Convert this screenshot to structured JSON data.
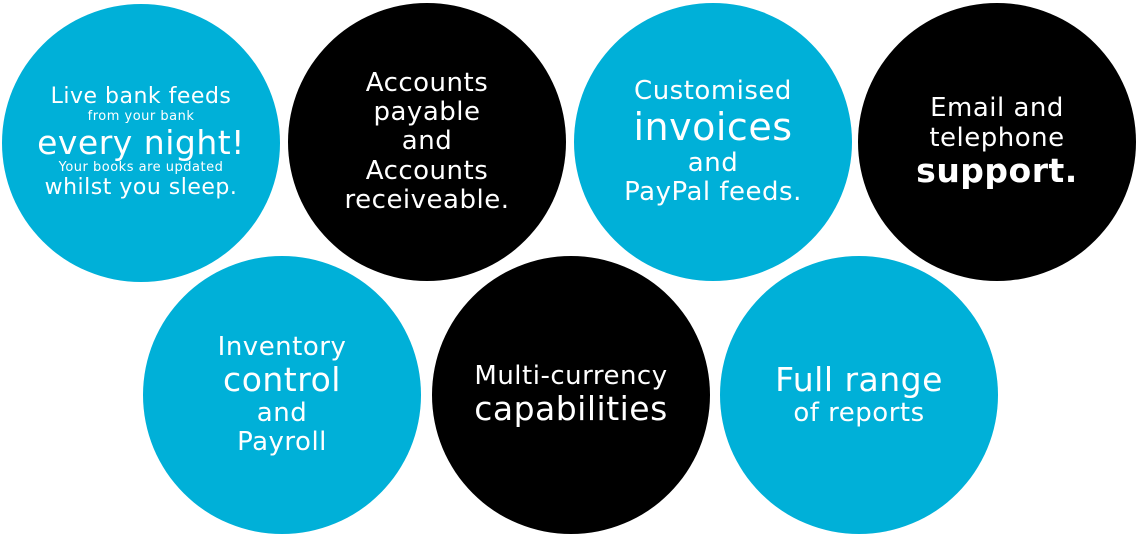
{
  "colors": {
    "blue": "#00b0d8",
    "black": "#000000",
    "text": "#ffffff"
  },
  "circles": [
    {
      "id": "bank-feeds",
      "color": "blue",
      "lines": [
        "Live bank feeds",
        "from your bank",
        "every night!",
        "Your books are updated",
        "whilst you sleep."
      ]
    },
    {
      "id": "accounts",
      "color": "black",
      "lines": [
        "Accounts",
        "payable",
        "and",
        "Accounts",
        "receiveable."
      ]
    },
    {
      "id": "invoices",
      "color": "blue",
      "lines": [
        "Customised",
        "invoices",
        "and",
        "PayPal feeds."
      ]
    },
    {
      "id": "support",
      "color": "black",
      "lines": [
        "Email and",
        "telephone",
        "support."
      ]
    },
    {
      "id": "inventory",
      "color": "blue",
      "lines": [
        "Inventory",
        "control",
        "and",
        "Payroll"
      ]
    },
    {
      "id": "multi-currency",
      "color": "black",
      "lines": [
        "Multi-currency",
        "capabilities"
      ]
    },
    {
      "id": "reports",
      "color": "blue",
      "lines": [
        "Full range",
        "of reports"
      ]
    }
  ]
}
